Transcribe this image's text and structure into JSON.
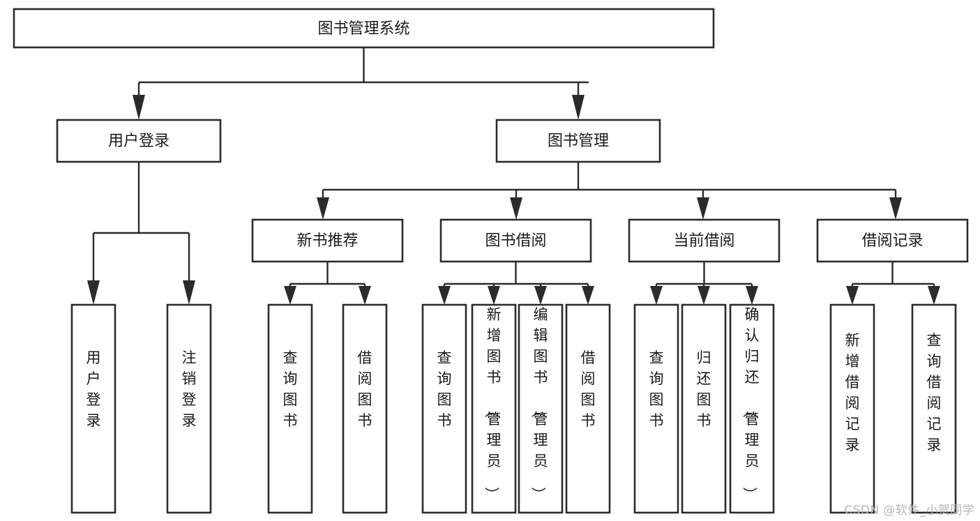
{
  "diagram": {
    "type": "tree",
    "title": "图书管理系统",
    "watermark": "CSDN @软件_小贺同学",
    "colors": {
      "stroke": "#2b2b2b",
      "fill": "#ffffff",
      "text": "#1a1a1a",
      "watermark": "#b6b6b6"
    },
    "nodes": {
      "root": "图书管理系统",
      "level2": {
        "user_login": "用户登录",
        "book_manage": "图书管理"
      },
      "level3": {
        "new_book_recommend": "新书推荐",
        "book_borrow": "图书借阅",
        "current_borrow": "当前借阅",
        "borrow_record": "借阅记录"
      },
      "leaves": {
        "user_login": [
          "用户登录",
          "注销登录"
        ],
        "new_book_recommend": [
          "查询图书",
          "借阅图书"
        ],
        "book_borrow": [
          "查询图书",
          "新增图书（管理员）",
          "编辑图书（管理员）",
          "借阅图书"
        ],
        "current_borrow": [
          "查询图书",
          "归还图书",
          "确认归还（管理员）"
        ],
        "borrow_record": [
          "新增借阅记录",
          "查询借阅记录"
        ]
      }
    }
  }
}
